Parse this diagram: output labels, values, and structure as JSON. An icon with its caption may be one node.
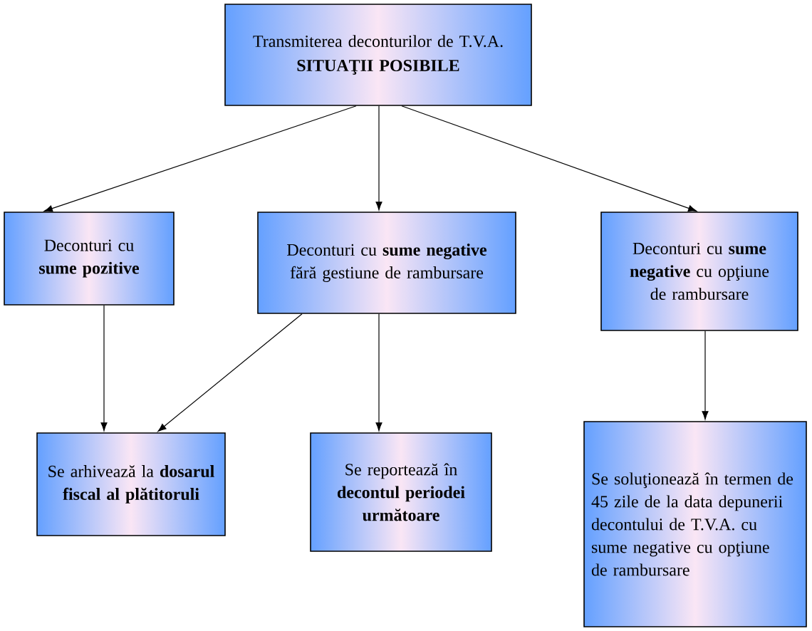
{
  "diagram": {
    "nodes": [
      {
        "text": [
          "Transmiterea deconturilor de T.V.A.",
          "SITUAŢII POSIBILE"
        ]
      },
      {
        "text": [
          "Deconturi cu **sume pozitive**"
        ]
      },
      {
        "text": [
          "Deconturi cu **sume negative** fără gestiune de rambursare"
        ]
      },
      {
        "text": [
          "Deconturi cu **sume negative** cu opţiune de rambursare"
        ]
      },
      {
        "text": [
          "Se arhivează la **dosarul fiscal al plătitoruli**"
        ]
      },
      {
        "text": [
          "Se reportează în **decontul periodei următoare**"
        ]
      },
      {
        "text": [
          "Se soluţionează în termen de 45 zile de la data depunerii decontului de T.V.A. cu sume negative cu opţiune de rambursare"
        ]
      }
    ],
    "edges": [
      {
        "from": 0,
        "to": 1,
        "arrow": "to"
      },
      {
        "from": 0,
        "to": 2,
        "arrow": "to"
      },
      {
        "from": 0,
        "to": 3,
        "arrow": "to"
      },
      {
        "from": 1,
        "to": 4,
        "arrow": "to"
      },
      {
        "from": 2,
        "to": 4,
        "arrow": "to"
      },
      {
        "from": 2,
        "to": 5,
        "arrow": "to"
      },
      {
        "from": 3,
        "to": 6,
        "arrow": "to"
      }
    ]
  }
}
